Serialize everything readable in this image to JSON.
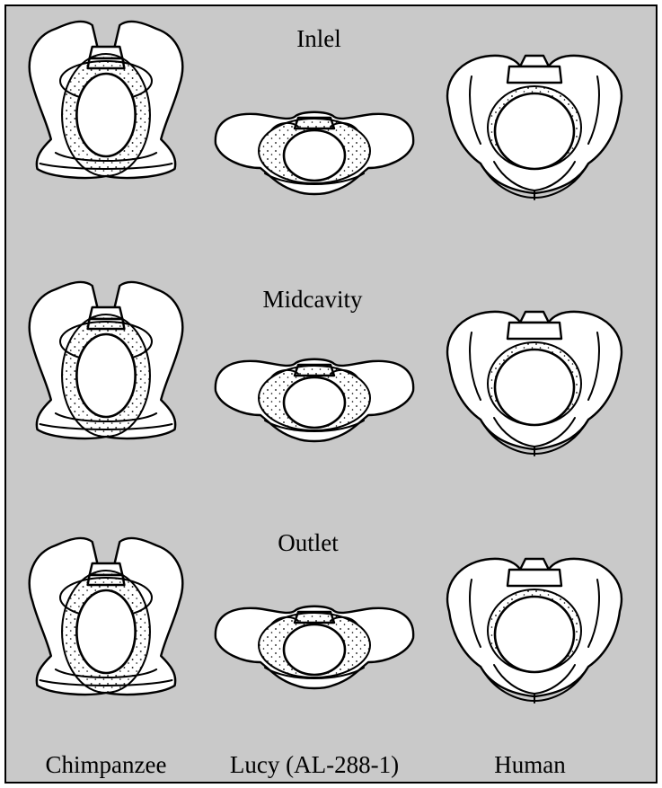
{
  "figure": {
    "row_labels": [
      "Inlel",
      "Midcavity",
      "Outlet"
    ],
    "column_labels": [
      "Chimpanzee",
      "Lucy (AL-288-1)",
      "Human"
    ]
  }
}
